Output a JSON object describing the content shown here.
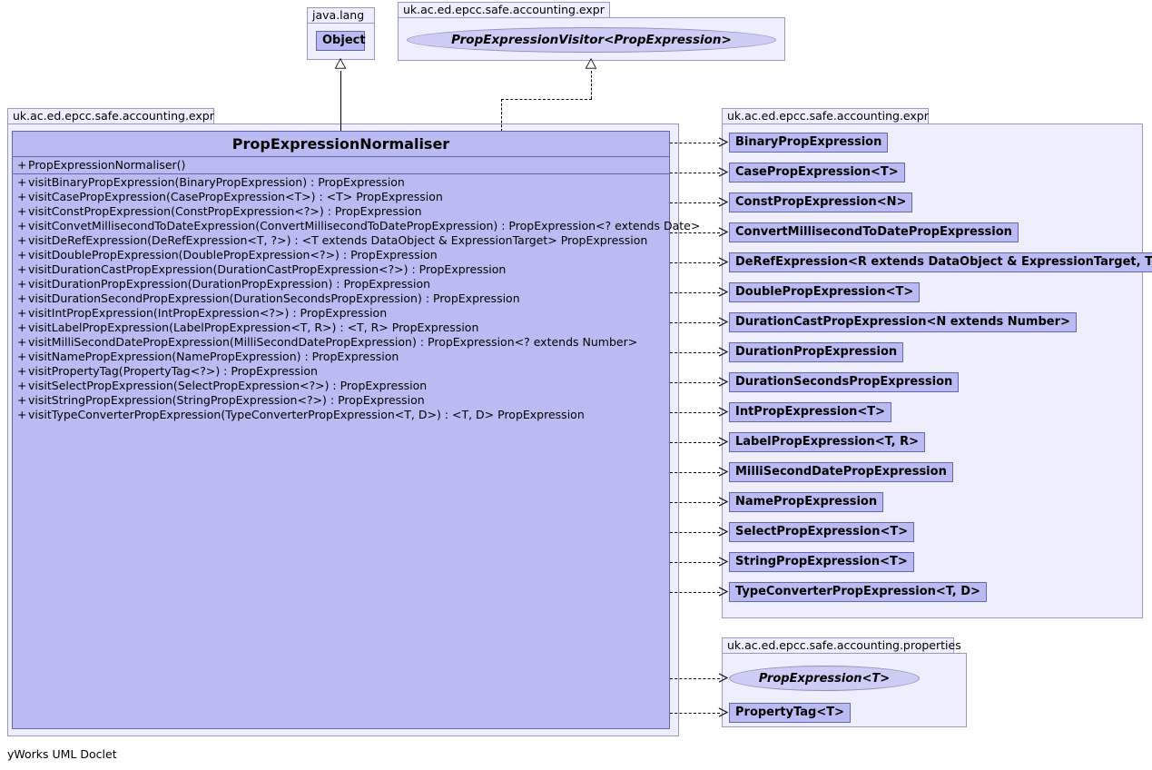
{
  "diagram": {
    "footer": "yWorks UML Doclet",
    "colors": {
      "class_fill": "#bbbbf4",
      "class_border": "#6666aa",
      "package_fill": "#eeeeff",
      "package_border": "#9999bb",
      "interface_fill": "#ccccf4",
      "connector": "#000000"
    }
  },
  "packages": {
    "java_lang": {
      "label": "java.lang"
    },
    "expr_top": {
      "label": "uk.ac.ed.epcc.safe.accounting.expr"
    },
    "expr_left": {
      "label": "uk.ac.ed.epcc.safe.accounting.expr"
    },
    "expr_right": {
      "label": "uk.ac.ed.epcc.safe.accounting.expr"
    },
    "properties": {
      "label": "uk.ac.ed.epcc.safe.accounting.properties"
    }
  },
  "nodes": {
    "object": {
      "name": "Object"
    },
    "visitor": {
      "name": "PropExpressionVisitor<PropExpression>"
    }
  },
  "main_class": {
    "name": "PropExpressionNormaliser",
    "constructors": [
      {
        "visibility": "+",
        "signature": "PropExpressionNormaliser()"
      }
    ],
    "methods": [
      {
        "visibility": "+",
        "signature": "visitBinaryPropExpression(BinaryPropExpression) : PropExpression"
      },
      {
        "visibility": "+",
        "signature": "visitCasePropExpression(CasePropExpression<T>) : <T> PropExpression"
      },
      {
        "visibility": "+",
        "signature": "visitConstPropExpression(ConstPropExpression<?>) : PropExpression"
      },
      {
        "visibility": "+",
        "signature": "visitConvetMillisecondToDateExpression(ConvertMillisecondToDatePropExpression) : PropExpression<? extends Date>"
      },
      {
        "visibility": "+",
        "signature": "visitDeRefExpression(DeRefExpression<T, ?>) : <T extends DataObject & ExpressionTarget> PropExpression"
      },
      {
        "visibility": "+",
        "signature": "visitDoublePropExpression(DoublePropExpression<?>) : PropExpression"
      },
      {
        "visibility": "+",
        "signature": "visitDurationCastPropExpression(DurationCastPropExpression<?>) : PropExpression"
      },
      {
        "visibility": "+",
        "signature": "visitDurationPropExpression(DurationPropExpression) : PropExpression"
      },
      {
        "visibility": "+",
        "signature": "visitDurationSecondPropExpression(DurationSecondsPropExpression) : PropExpression"
      },
      {
        "visibility": "+",
        "signature": "visitIntPropExpression(IntPropExpression<?>) : PropExpression"
      },
      {
        "visibility": "+",
        "signature": "visitLabelPropExpression(LabelPropExpression<T, R>) : <T, R> PropExpression"
      },
      {
        "visibility": "+",
        "signature": "visitMilliSecondDatePropExpression(MilliSecondDatePropExpression) : PropExpression<? extends Number>"
      },
      {
        "visibility": "+",
        "signature": "visitNamePropExpression(NamePropExpression) : PropExpression"
      },
      {
        "visibility": "+",
        "signature": "visitPropertyTag(PropertyTag<?>) : PropExpression"
      },
      {
        "visibility": "+",
        "signature": "visitSelectPropExpression(SelectPropExpression<?>) : PropExpression"
      },
      {
        "visibility": "+",
        "signature": "visitStringPropExpression(StringPropExpression<?>) : PropExpression"
      },
      {
        "visibility": "+",
        "signature": "visitTypeConverterPropExpression(TypeConverterPropExpression<T, D>) : <T, D> PropExpression"
      }
    ]
  },
  "dependencies_expr": [
    {
      "name": "BinaryPropExpression"
    },
    {
      "name": "CasePropExpression<T>"
    },
    {
      "name": "ConstPropExpression<N>"
    },
    {
      "name": "ConvertMillisecondToDatePropExpression"
    },
    {
      "name": "DeRefExpression<R extends DataObject & ExpressionTarget, T>"
    },
    {
      "name": "DoublePropExpression<T>"
    },
    {
      "name": "DurationCastPropExpression<N extends Number>"
    },
    {
      "name": "DurationPropExpression"
    },
    {
      "name": "DurationSecondsPropExpression"
    },
    {
      "name": "IntPropExpression<T>"
    },
    {
      "name": "LabelPropExpression<T, R>"
    },
    {
      "name": "MilliSecondDatePropExpression"
    },
    {
      "name": "NamePropExpression"
    },
    {
      "name": "SelectPropExpression<T>"
    },
    {
      "name": "StringPropExpression<T>"
    },
    {
      "name": "TypeConverterPropExpression<T, D>"
    }
  ],
  "dependencies_properties": [
    {
      "name": "PropExpression<T>",
      "kind": "interface"
    },
    {
      "name": "PropertyTag<T>",
      "kind": "class"
    }
  ],
  "relations": [
    {
      "type": "generalization",
      "from": "PropExpressionNormaliser",
      "to": "Object",
      "style": "solid"
    },
    {
      "type": "realization",
      "from": "PropExpressionNormaliser",
      "to": "PropExpressionVisitor<PropExpression>",
      "style": "dashed"
    }
  ]
}
